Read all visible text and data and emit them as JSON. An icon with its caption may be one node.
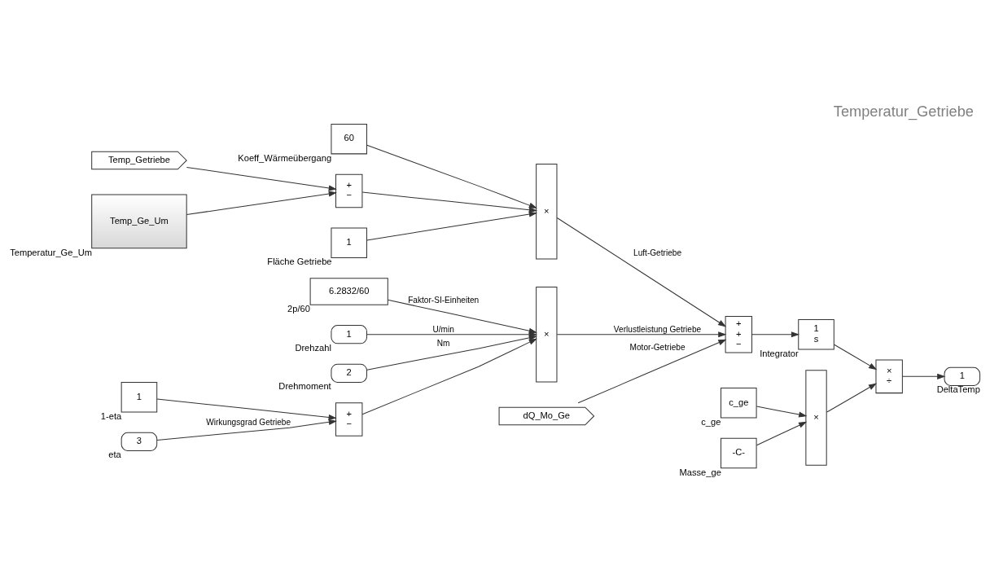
{
  "diagram": {
    "title": "Temperatur_Getriebe",
    "nodes": [
      {
        "text": [
          "6.2832/60"
        ],
        "beside": [
          "2p/60"
        ]
      },
      {
        "text": [
          "1"
        ],
        "beside": [
          "Drehzahl"
        ]
      },
      {
        "text": [
          "2"
        ],
        "beside": [
          "Drehmoment"
        ]
      },
      {
        "text": [
          "1"
        ],
        "beside": [
          "1-eta"
        ]
      },
      {
        "text": [
          "3"
        ],
        "beside": [
          "eta"
        ]
      },
      {
        "text": [
          "+",
          "−"
        ]
      },
      {
        "text": [
          "×"
        ]
      },
      {
        "text": [
          "Temp_Getriebe"
        ]
      },
      {
        "text": [
          "Temp_Ge_Um"
        ],
        "beside": [
          "Temperatur_Ge_Um"
        ]
      },
      {
        "text": [
          "+",
          "−"
        ]
      },
      {
        "text": [
          "1"
        ],
        "beside": [
          "Fläche Getriebe"
        ]
      },
      {
        "text": [
          "60"
        ],
        "beside": [
          "Koeff_Wärmeübergang"
        ]
      },
      {
        "text": [
          "×"
        ]
      },
      {
        "text": [
          "dQ_Mo_Ge"
        ]
      },
      {
        "text": [
          "+",
          "+",
          "−"
        ]
      },
      {
        "text": [
          "1",
          "s"
        ],
        "beside": [
          "Integrator"
        ]
      },
      {
        "text": [
          "-C-"
        ],
        "beside": [
          "Masse_ge"
        ]
      },
      {
        "text": [
          "c_ge"
        ],
        "beside": [
          "c_ge"
        ]
      },
      {
        "text": [
          "×"
        ]
      },
      {
        "text": [
          "×",
          "÷"
        ]
      },
      {
        "text": [
          "1"
        ],
        "beside": [
          "DeltaTemp"
        ]
      }
    ],
    "edges": [
      {
        "from": 0,
        "to": 6,
        "arrow": "to",
        "label": "Faktor-SI-Einheiten"
      },
      {
        "from": 1,
        "to": 6,
        "arrow": "to",
        "label": "U/min"
      },
      {
        "from": 2,
        "to": 6,
        "arrow": "to",
        "label": "Nm"
      },
      {
        "from": 3,
        "to": 5,
        "arrow": "to"
      },
      {
        "from": 4,
        "to": 5,
        "arrow": "to",
        "label": "Wirkungsgrad Getriebe"
      },
      {
        "from": 5,
        "to": 6,
        "arrow": "to"
      },
      {
        "from": 6,
        "to": 14,
        "arrow": "to",
        "label": "Verlustleistung Getriebe"
      },
      {
        "from": 13,
        "to": 14,
        "arrow": "to",
        "label": "Motor-Getriebe"
      },
      {
        "from": 12,
        "to": 14,
        "arrow": "to",
        "label": "Luft-Getriebe"
      },
      {
        "from": 7,
        "to": 9,
        "arrow": "to"
      },
      {
        "from": 8,
        "to": 9,
        "arrow": "to"
      },
      {
        "from": 9,
        "to": 12,
        "arrow": "to"
      },
      {
        "from": 10,
        "to": 12,
        "arrow": "to"
      },
      {
        "from": 11,
        "to": 12,
        "arrow": "to"
      },
      {
        "from": 14,
        "to": 15,
        "arrow": "to"
      },
      {
        "from": 15,
        "to": 19,
        "arrow": "to"
      },
      {
        "from": 16,
        "to": 18,
        "arrow": "to"
      },
      {
        "from": 17,
        "to": 18,
        "arrow": "to"
      },
      {
        "from": 18,
        "to": 19,
        "arrow": "to"
      },
      {
        "from": 19,
        "to": 20,
        "arrow": "to"
      }
    ]
  }
}
